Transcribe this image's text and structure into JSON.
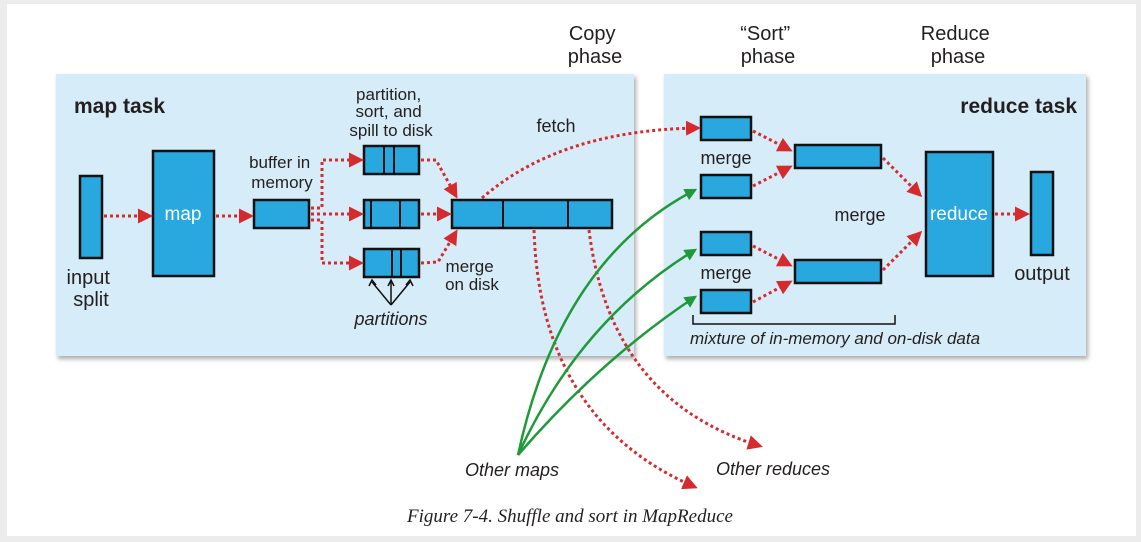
{
  "phases": {
    "copy": [
      "Copy",
      "phase"
    ],
    "sort": [
      "“Sort”",
      "phase"
    ],
    "reduce": [
      "Reduce",
      "phase"
    ]
  },
  "map_task": {
    "title": "map task",
    "input_split": [
      "input",
      "split"
    ],
    "map_label": "map",
    "buffer": [
      "buffer in",
      "memory"
    ],
    "spill": [
      "partition,",
      "sort, and",
      "spill to disk"
    ],
    "partitions": "partitions",
    "merge_on_disk": [
      "merge",
      "on disk"
    ],
    "fetch": "fetch"
  },
  "reduce_task": {
    "title": "reduce task",
    "merge_top": "merge",
    "merge_mid": "merge",
    "merge_bottom": "merge",
    "reduce_label": "reduce",
    "output": "output",
    "mixture": "mixture of in-memory and on-disk data"
  },
  "other_maps": "Other maps",
  "other_reduces": "Other reduces",
  "caption": "Figure 7-4. Shuffle and sort in MapReduce",
  "colors": {
    "panel": "#d6ecf8",
    "box": "#29a8e0",
    "arrow_red": "#d52b2f",
    "arrow_green": "#1f9a3a"
  }
}
